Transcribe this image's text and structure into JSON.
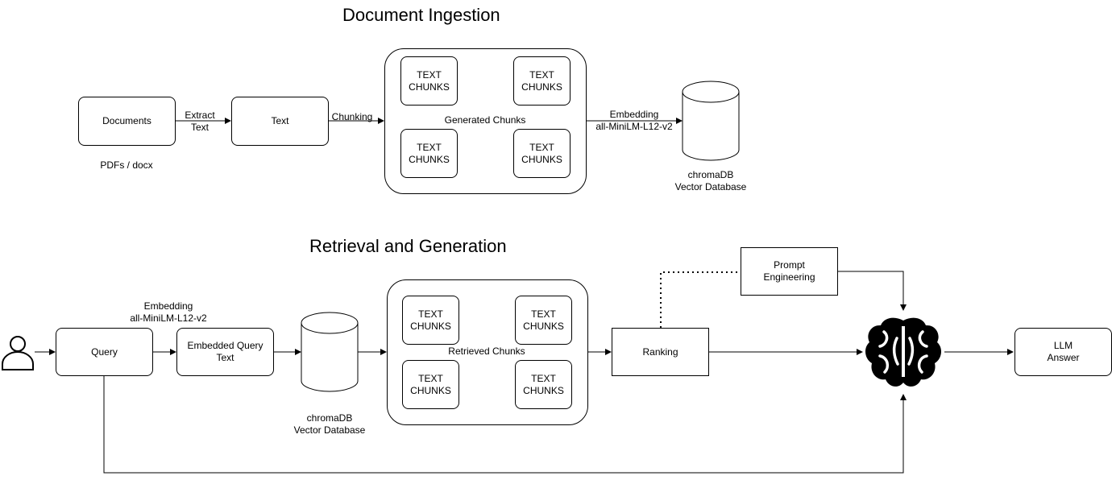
{
  "titles": {
    "ingestion": "Document Ingestion",
    "retrieval": "Retrieval and Generation"
  },
  "ingestion": {
    "documents": "Documents",
    "documents_caption": "PDFs / docx",
    "extract_label": "Extract\nText",
    "text": "Text",
    "chunking_label": "Chunking",
    "generated_chunks": "Generated Chunks",
    "chunks": [
      "TEXT\nCHUNKS",
      "TEXT\nCHUNKS",
      "TEXT\nCHUNKS",
      "TEXT\nCHUNKS"
    ],
    "embedding_label": "Embedding\nall-MiniLM-L12-v2",
    "db_caption": "chromaDB\nVector Database"
  },
  "retrieval": {
    "embedding_label": "Embedding\nall-MiniLM-L12-v2",
    "query": "Query",
    "embedded_query": "Embedded Query\nText",
    "db_caption": "chromaDB\nVector Database",
    "retrieved_chunks": "Retrieved Chunks",
    "chunks": [
      "TEXT\nCHUNKS",
      "TEXT\nCHUNKS",
      "TEXT\nCHUNKS",
      "TEXT\nCHUNKS"
    ],
    "ranking": "Ranking",
    "prompt_engineering": "Prompt\nEngineering",
    "llm_answer": "LLM\nAnswer"
  },
  "icons": [
    "user-icon",
    "brain-icon",
    "database-icon"
  ],
  "colors": {
    "stroke": "#000000",
    "background": "#ffffff"
  }
}
